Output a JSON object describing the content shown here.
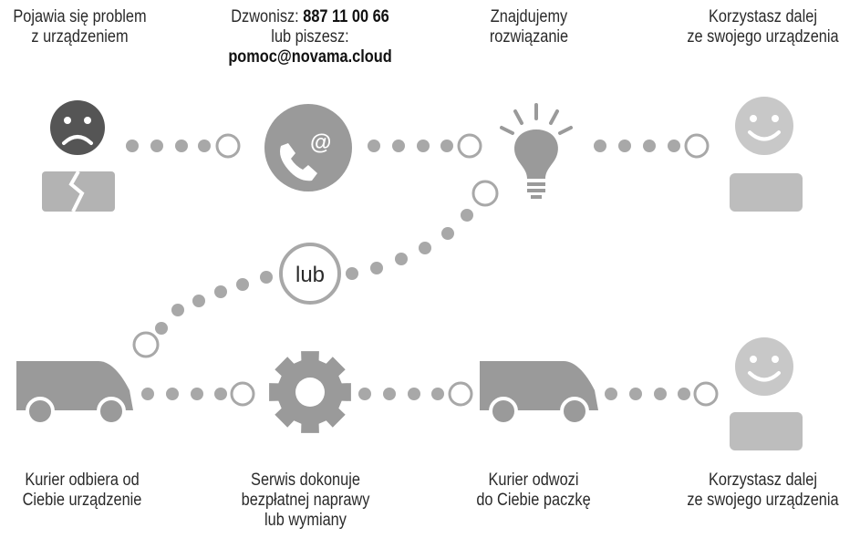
{
  "steps": {
    "s1": {
      "line1": "Pojawia się problem",
      "line2": "z urządzeniem"
    },
    "s2": {
      "prefix": "Dzwonisz: ",
      "phone": "887 11 00 66",
      "line2": "lub piszesz:",
      "email": "pomoc@novama.cloud"
    },
    "s3": {
      "line1": "Znajdujemy",
      "line2": "rozwiązanie"
    },
    "s4": {
      "line1": "Korzystasz  dalej",
      "line2": "ze swojego urządzenia"
    },
    "s5": {
      "line1": "Kurier odbiera od",
      "line2": "Ciebie urządzenie"
    },
    "s6": {
      "line1": "Serwis dokonuje",
      "line2": "bezpłatnej naprawy",
      "line3": "lub wymiany"
    },
    "s7": {
      "line1": "Kurier odwozi",
      "line2": "do Ciebie paczkę"
    },
    "s8": {
      "line1": "Korzystasz  dalej",
      "line2": "ze swojego urządzenia"
    }
  },
  "connector": {
    "label": "lub"
  },
  "icons": {
    "sad": "sad-face-icon",
    "broken": "broken-device-icon",
    "contact": "phone-email-icon",
    "bulb": "lightbulb-icon",
    "happy": "smiley-face-icon",
    "device": "device-icon",
    "van": "delivery-van-icon",
    "gear": "gear-icon"
  },
  "colors": {
    "dark": "#555555",
    "mid": "#9a9a9a",
    "light": "#c8c8c8",
    "dots": "#a8a8a8"
  }
}
